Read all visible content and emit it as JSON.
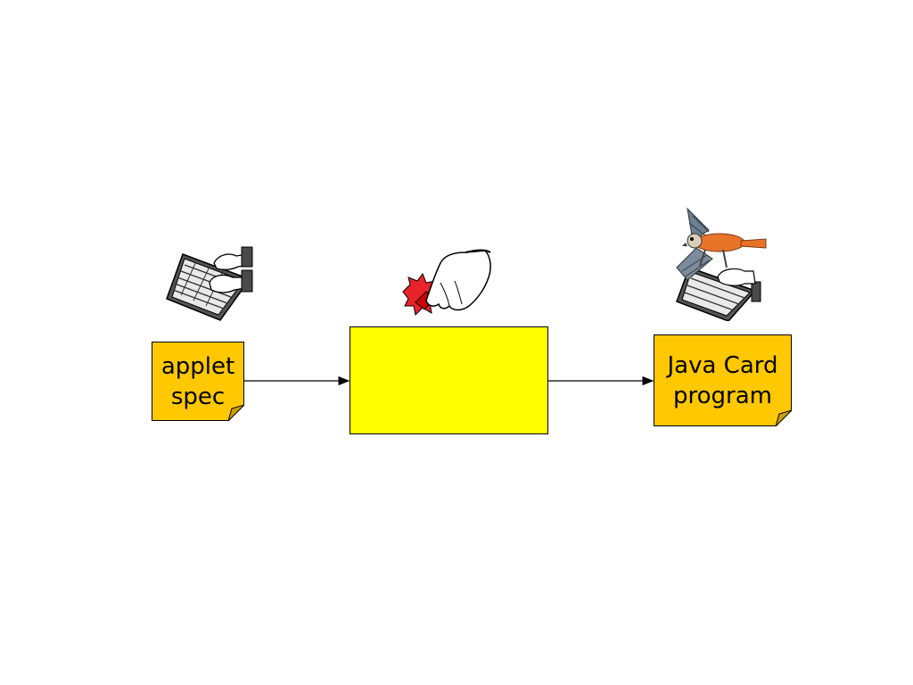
{
  "diagram": {
    "input_note": {
      "text": "applet\nspec",
      "color": "#FFC800"
    },
    "process_box": {
      "text": "",
      "color": "#FFFF00"
    },
    "output_note": {
      "text": "Java Card\nprogram",
      "color": "#FFC800"
    },
    "icons": {
      "input": "typing-keyboard-icon",
      "process": "hand-pressing-button-icon",
      "output": "falcon-keyboard-icon"
    },
    "arrows": [
      {
        "from": "input_note",
        "to": "process_box"
      },
      {
        "from": "process_box",
        "to": "output_note"
      }
    ]
  }
}
